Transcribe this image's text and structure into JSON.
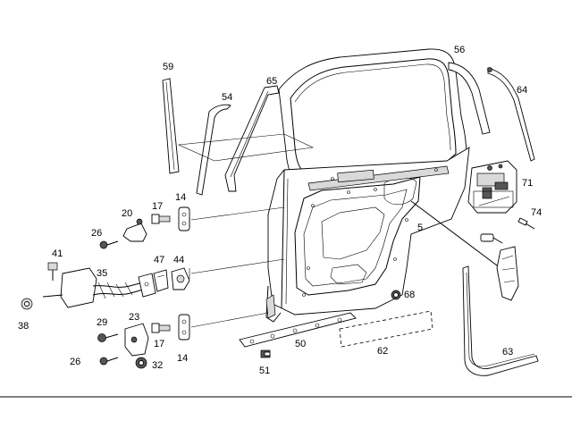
{
  "callouts": [
    {
      "id": "59",
      "text": "59"
    },
    {
      "id": "54",
      "text": "54"
    },
    {
      "id": "65",
      "text": "65"
    },
    {
      "id": "56",
      "text": "56"
    },
    {
      "id": "64",
      "text": "64"
    },
    {
      "id": "71",
      "text": "71"
    },
    {
      "id": "74",
      "text": "74"
    },
    {
      "id": "5",
      "text": "5"
    },
    {
      "id": "14a",
      "text": "14"
    },
    {
      "id": "17a",
      "text": "17"
    },
    {
      "id": "20",
      "text": "20"
    },
    {
      "id": "26a",
      "text": "26"
    },
    {
      "id": "41",
      "text": "41"
    },
    {
      "id": "35",
      "text": "35"
    },
    {
      "id": "47",
      "text": "47"
    },
    {
      "id": "44",
      "text": "44"
    },
    {
      "id": "38",
      "text": "38"
    },
    {
      "id": "29",
      "text": "29"
    },
    {
      "id": "23",
      "text": "23"
    },
    {
      "id": "17b",
      "text": "17"
    },
    {
      "id": "14b",
      "text": "14"
    },
    {
      "id": "26b",
      "text": "26"
    },
    {
      "id": "32",
      "text": "32"
    },
    {
      "id": "50",
      "text": "50"
    },
    {
      "id": "51",
      "text": "51"
    },
    {
      "id": "62",
      "text": "62"
    },
    {
      "id": "68",
      "text": "68"
    },
    {
      "id": "63",
      "text": "63"
    }
  ],
  "colors": {
    "line": "#000000",
    "background": "#ffffff",
    "shade": "#d9d9d9"
  }
}
